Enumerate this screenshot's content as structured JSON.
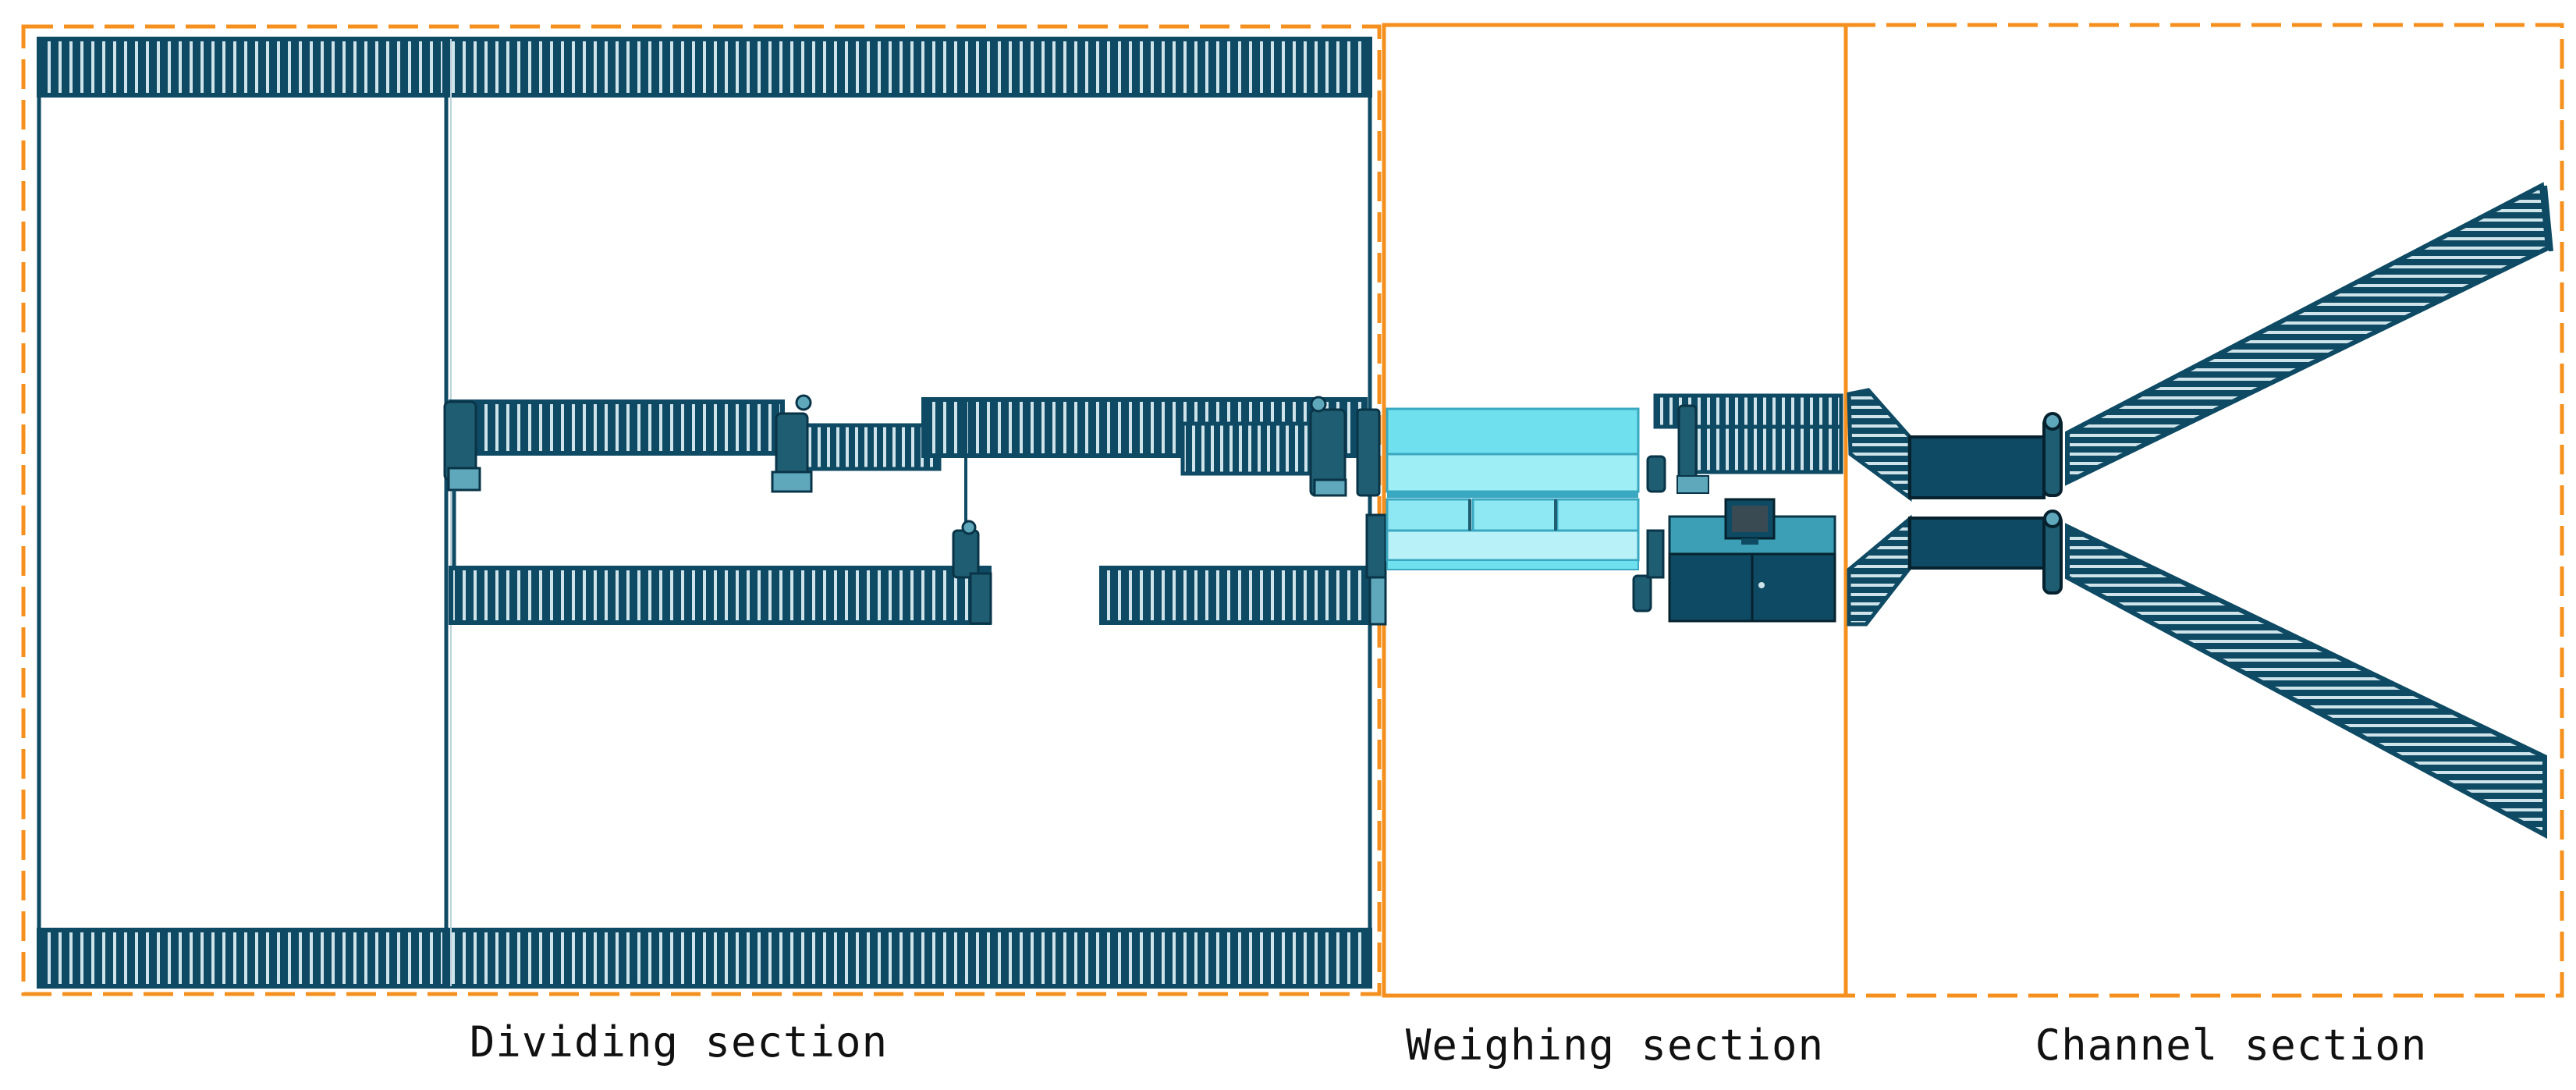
{
  "sections": {
    "dividing": {
      "label": "Dividing section"
    },
    "weighing": {
      "label": "Weighing section"
    },
    "channel": {
      "label": "Channel section"
    }
  },
  "colors": {
    "frame": "#f5901e",
    "fence": "#0e4a63",
    "fence_slat": "#cfe3ea",
    "equipment": "#1f5d72",
    "scale_glass": "#6fe0ee",
    "scale_glass_light": "#b8f2f8",
    "scale_edge": "#3aa8c0"
  }
}
